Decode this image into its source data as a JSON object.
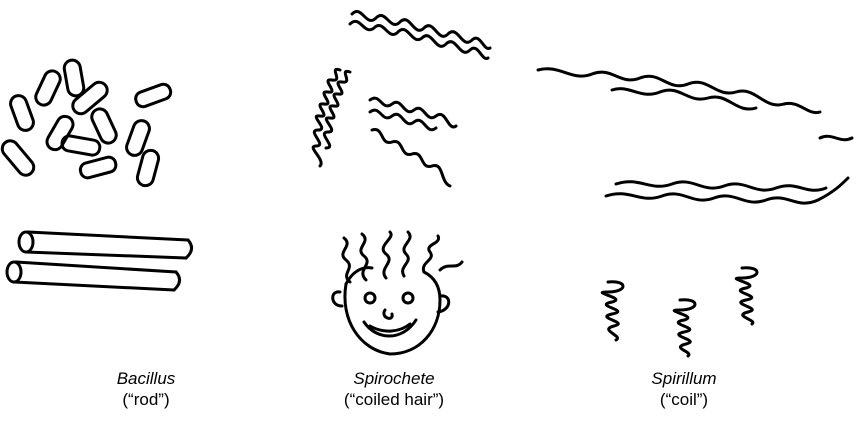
{
  "organisms": [
    {
      "id": "bacillus",
      "name": "Bacillus",
      "meaning": "(“rod”)"
    },
    {
      "id": "spirochete",
      "name": "Spirochete",
      "meaning": "(“coiled hair”)"
    },
    {
      "id": "spirillum",
      "name": "Spirillum",
      "meaning": "(“coil”)"
    }
  ]
}
